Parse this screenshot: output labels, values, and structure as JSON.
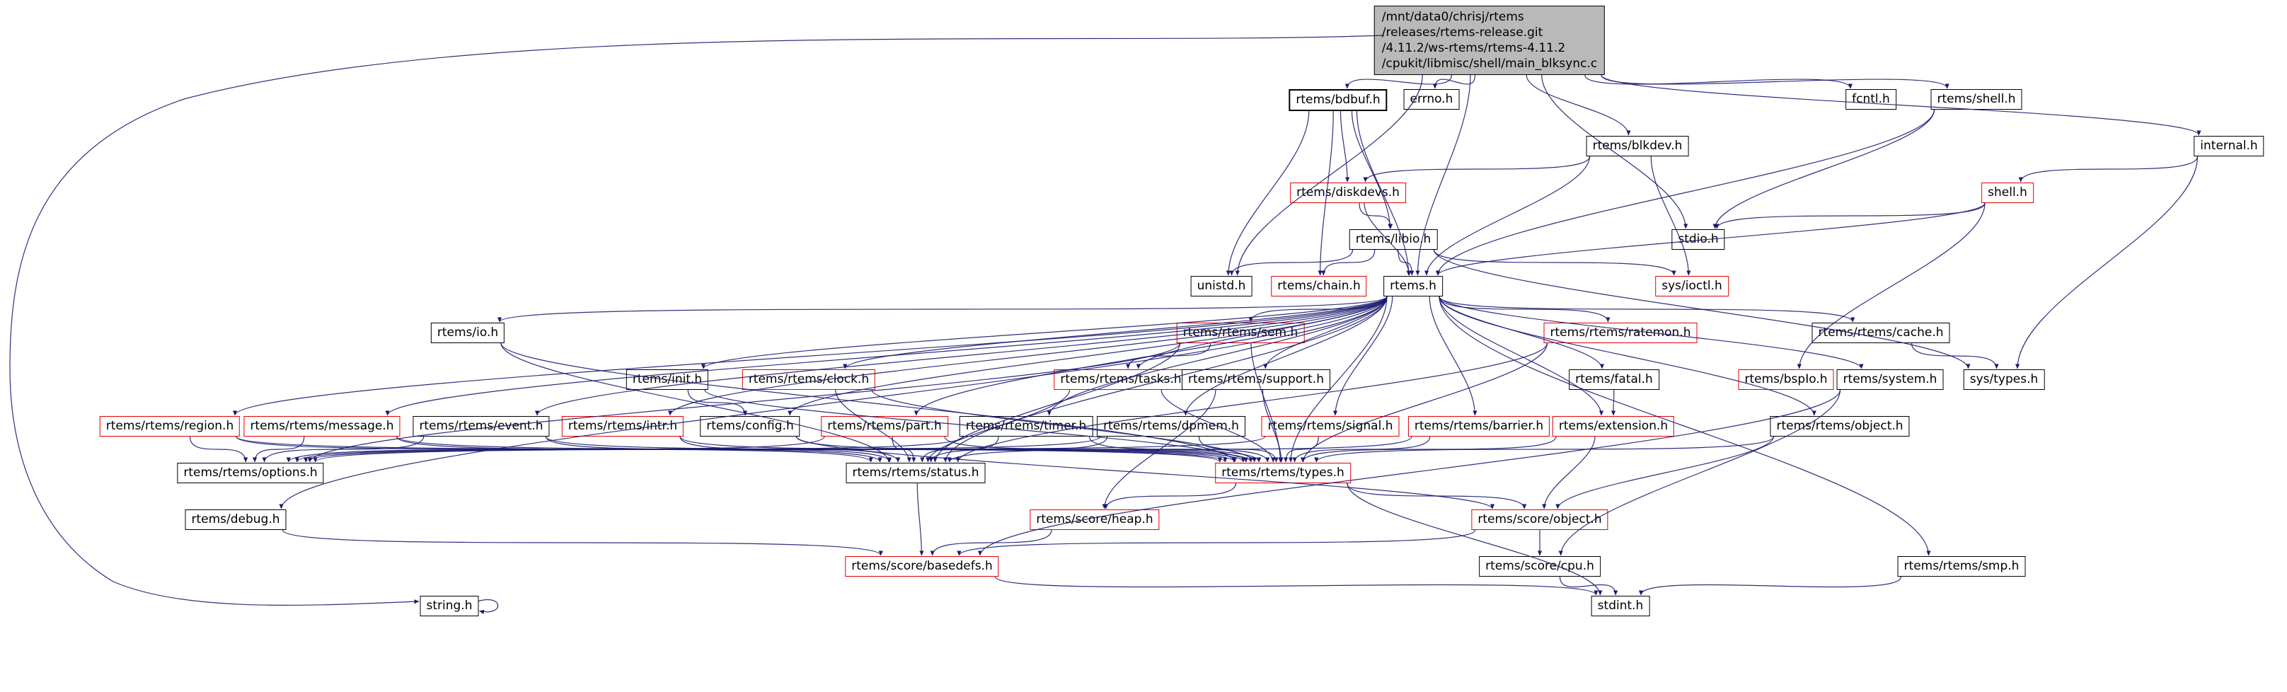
{
  "colors": {
    "edge": "#191970",
    "node_border": "#000000",
    "node_border_truncated": "#e10000",
    "node_fill": "#ffffff",
    "main_node_fill": "#b9b9b9"
  },
  "nodes": [
    {
      "id": "main",
      "label": "/mnt/data0/chrisj/rtems\n/releases/rtems-release.git\n/4.11.2/ws-rtems/rtems-4.11.2\n/cpukit/libmisc/shell/main_blksync.c",
      "truncated": false
    },
    {
      "id": "bdbuf",
      "label": "rtems/bdbuf.h"
    },
    {
      "id": "errno",
      "label": "errno.h"
    },
    {
      "id": "fcntl",
      "label": "fcntl.h"
    },
    {
      "id": "rtems_shell",
      "label": "rtems/shell.h"
    },
    {
      "id": "blkdev",
      "label": "rtems/blkdev.h"
    },
    {
      "id": "internal",
      "label": "internal.h"
    },
    {
      "id": "diskdevs",
      "label": "rtems/diskdevs.h",
      "truncated": true
    },
    {
      "id": "shell_local",
      "label": "shell.h",
      "truncated": true
    },
    {
      "id": "libio",
      "label": "rtems/libio.h"
    },
    {
      "id": "stdio",
      "label": "stdio.h"
    },
    {
      "id": "unistd",
      "label": "unistd.h"
    },
    {
      "id": "chain",
      "label": "rtems/chain.h",
      "truncated": true
    },
    {
      "id": "rtems",
      "label": "rtems.h"
    },
    {
      "id": "ioctl",
      "label": "sys/ioctl.h",
      "truncated": true
    },
    {
      "id": "io",
      "label": "rtems/io.h"
    },
    {
      "id": "sem",
      "label": "rtems/rtems/sem.h",
      "truncated": true
    },
    {
      "id": "ratemon",
      "label": "rtems/rtems/ratemon.h",
      "truncated": true
    },
    {
      "id": "cache",
      "label": "rtems/rtems/cache.h"
    },
    {
      "id": "init",
      "label": "rtems/init.h"
    },
    {
      "id": "clock",
      "label": "rtems/rtems/clock.h",
      "truncated": true
    },
    {
      "id": "tasks",
      "label": "rtems/rtems/tasks.h",
      "truncated": true
    },
    {
      "id": "support",
      "label": "rtems/rtems/support.h"
    },
    {
      "id": "fatal",
      "label": "rtems/fatal.h"
    },
    {
      "id": "bspio",
      "label": "rtems/bspIo.h",
      "truncated": true
    },
    {
      "id": "system",
      "label": "rtems/system.h"
    },
    {
      "id": "systypes",
      "label": "sys/types.h"
    },
    {
      "id": "region",
      "label": "rtems/rtems/region.h",
      "truncated": true
    },
    {
      "id": "message",
      "label": "rtems/rtems/message.h",
      "truncated": true
    },
    {
      "id": "event",
      "label": "rtems/rtems/event.h"
    },
    {
      "id": "intr",
      "label": "rtems/rtems/intr.h",
      "truncated": true
    },
    {
      "id": "config",
      "label": "rtems/config.h"
    },
    {
      "id": "part",
      "label": "rtems/rtems/part.h",
      "truncated": true
    },
    {
      "id": "timer",
      "label": "rtems/rtems/timer.h"
    },
    {
      "id": "dpmem",
      "label": "rtems/rtems/dpmem.h"
    },
    {
      "id": "signal",
      "label": "rtems/rtems/signal.h",
      "truncated": true
    },
    {
      "id": "barrier",
      "label": "rtems/rtems/barrier.h",
      "truncated": true
    },
    {
      "id": "extension",
      "label": "rtems/extension.h",
      "truncated": true
    },
    {
      "id": "object",
      "label": "rtems/rtems/object.h"
    },
    {
      "id": "options",
      "label": "rtems/rtems/options.h"
    },
    {
      "id": "status",
      "label": "rtems/rtems/status.h"
    },
    {
      "id": "types",
      "label": "rtems/rtems/types.h",
      "truncated": true
    },
    {
      "id": "debug",
      "label": "rtems/debug.h"
    },
    {
      "id": "heap",
      "label": "rtems/score/heap.h",
      "truncated": true
    },
    {
      "id": "score_object",
      "label": "rtems/score/object.h",
      "truncated": true
    },
    {
      "id": "basedefs",
      "label": "rtems/score/basedefs.h",
      "truncated": true
    },
    {
      "id": "score_cpu",
      "label": "rtems/score/cpu.h"
    },
    {
      "id": "smp",
      "label": "rtems/rtems/smp.h"
    },
    {
      "id": "string",
      "label": "string.h"
    },
    {
      "id": "stdint",
      "label": "stdint.h"
    }
  ],
  "edges": [
    [
      "main",
      "bdbuf"
    ],
    [
      "main",
      "errno"
    ],
    [
      "main",
      "fcntl"
    ],
    [
      "main",
      "rtems_shell"
    ],
    [
      "main",
      "internal"
    ],
    [
      "main",
      "blkdev"
    ],
    [
      "main",
      "rtems"
    ],
    [
      "main",
      "stdio"
    ],
    [
      "main",
      "unistd"
    ],
    [
      "main",
      "string"
    ],
    [
      "bdbuf",
      "diskdevs"
    ],
    [
      "bdbuf",
      "libio"
    ],
    [
      "bdbuf",
      "chain"
    ],
    [
      "bdbuf",
      "rtems"
    ],
    [
      "bdbuf",
      "unistd"
    ],
    [
      "blkdev",
      "diskdevs"
    ],
    [
      "blkdev",
      "ioctl"
    ],
    [
      "blkdev",
      "rtems"
    ],
    [
      "diskdevs",
      "libio"
    ],
    [
      "diskdevs",
      "rtems"
    ],
    [
      "libio",
      "chain"
    ],
    [
      "libio",
      "rtems"
    ],
    [
      "libio",
      "unistd"
    ],
    [
      "libio",
      "systypes"
    ],
    [
      "libio",
      "ioctl"
    ],
    [
      "rtems_shell",
      "stdio"
    ],
    [
      "rtems_shell",
      "rtems"
    ],
    [
      "internal",
      "shell_local"
    ],
    [
      "internal",
      "systypes"
    ],
    [
      "shell_local",
      "stdio"
    ],
    [
      "shell_local",
      "rtems"
    ],
    [
      "shell_local",
      "bspio"
    ],
    [
      "rtems",
      "io"
    ],
    [
      "rtems",
      "init"
    ],
    [
      "rtems",
      "sem"
    ],
    [
      "rtems",
      "clock"
    ],
    [
      "rtems",
      "tasks"
    ],
    [
      "rtems",
      "support"
    ],
    [
      "rtems",
      "ratemon"
    ],
    [
      "rtems",
      "fatal"
    ],
    [
      "rtems",
      "cache"
    ],
    [
      "rtems",
      "system"
    ],
    [
      "rtems",
      "region"
    ],
    [
      "rtems",
      "message"
    ],
    [
      "rtems",
      "event"
    ],
    [
      "rtems",
      "intr"
    ],
    [
      "rtems",
      "config"
    ],
    [
      "rtems",
      "part"
    ],
    [
      "rtems",
      "timer"
    ],
    [
      "rtems",
      "dpmem"
    ],
    [
      "rtems",
      "signal"
    ],
    [
      "rtems",
      "barrier"
    ],
    [
      "rtems",
      "extension"
    ],
    [
      "rtems",
      "object"
    ],
    [
      "rtems",
      "status"
    ],
    [
      "rtems",
      "types"
    ],
    [
      "rtems",
      "smp"
    ],
    [
      "rtems",
      "debug"
    ],
    [
      "io",
      "status"
    ],
    [
      "io",
      "types"
    ],
    [
      "init",
      "config"
    ],
    [
      "init",
      "types"
    ],
    [
      "sem",
      "tasks"
    ],
    [
      "sem",
      "options"
    ],
    [
      "sem",
      "status"
    ],
    [
      "sem",
      "types"
    ],
    [
      "clock",
      "status"
    ],
    [
      "clock",
      "types"
    ],
    [
      "tasks",
      "status"
    ],
    [
      "tasks",
      "types"
    ],
    [
      "support",
      "types"
    ],
    [
      "support",
      "heap"
    ],
    [
      "ratemon",
      "status"
    ],
    [
      "ratemon",
      "types"
    ],
    [
      "fatal",
      "extension"
    ],
    [
      "cache",
      "systypes"
    ],
    [
      "system",
      "score_cpu"
    ],
    [
      "system",
      "basedefs"
    ],
    [
      "region",
      "options"
    ],
    [
      "region",
      "status"
    ],
    [
      "region",
      "types"
    ],
    [
      "message",
      "options"
    ],
    [
      "message",
      "status"
    ],
    [
      "message",
      "types"
    ],
    [
      "event",
      "options"
    ],
    [
      "event",
      "status"
    ],
    [
      "event",
      "types"
    ],
    [
      "intr",
      "status"
    ],
    [
      "intr",
      "types"
    ],
    [
      "config",
      "types"
    ],
    [
      "config",
      "score_object"
    ],
    [
      "part",
      "options"
    ],
    [
      "part",
      "status"
    ],
    [
      "part",
      "types"
    ],
    [
      "timer",
      "options"
    ],
    [
      "timer",
      "status"
    ],
    [
      "timer",
      "types"
    ],
    [
      "dpmem",
      "options"
    ],
    [
      "dpmem",
      "status"
    ],
    [
      "dpmem",
      "types"
    ],
    [
      "signal",
      "options"
    ],
    [
      "signal",
      "types"
    ],
    [
      "barrier",
      "status"
    ],
    [
      "barrier",
      "types"
    ],
    [
      "extension",
      "types"
    ],
    [
      "extension",
      "score_object"
    ],
    [
      "object",
      "types"
    ],
    [
      "object",
      "score_object"
    ],
    [
      "status",
      "basedefs"
    ],
    [
      "types",
      "heap"
    ],
    [
      "types",
      "score_object"
    ],
    [
      "types",
      "stdint"
    ],
    [
      "debug",
      "basedefs"
    ],
    [
      "heap",
      "basedefs"
    ],
    [
      "score_object",
      "score_cpu"
    ],
    [
      "score_object",
      "basedefs"
    ],
    [
      "score_cpu",
      "stdint"
    ],
    [
      "basedefs",
      "stdint"
    ],
    [
      "smp",
      "stdint"
    ],
    [
      "string",
      "string"
    ]
  ]
}
